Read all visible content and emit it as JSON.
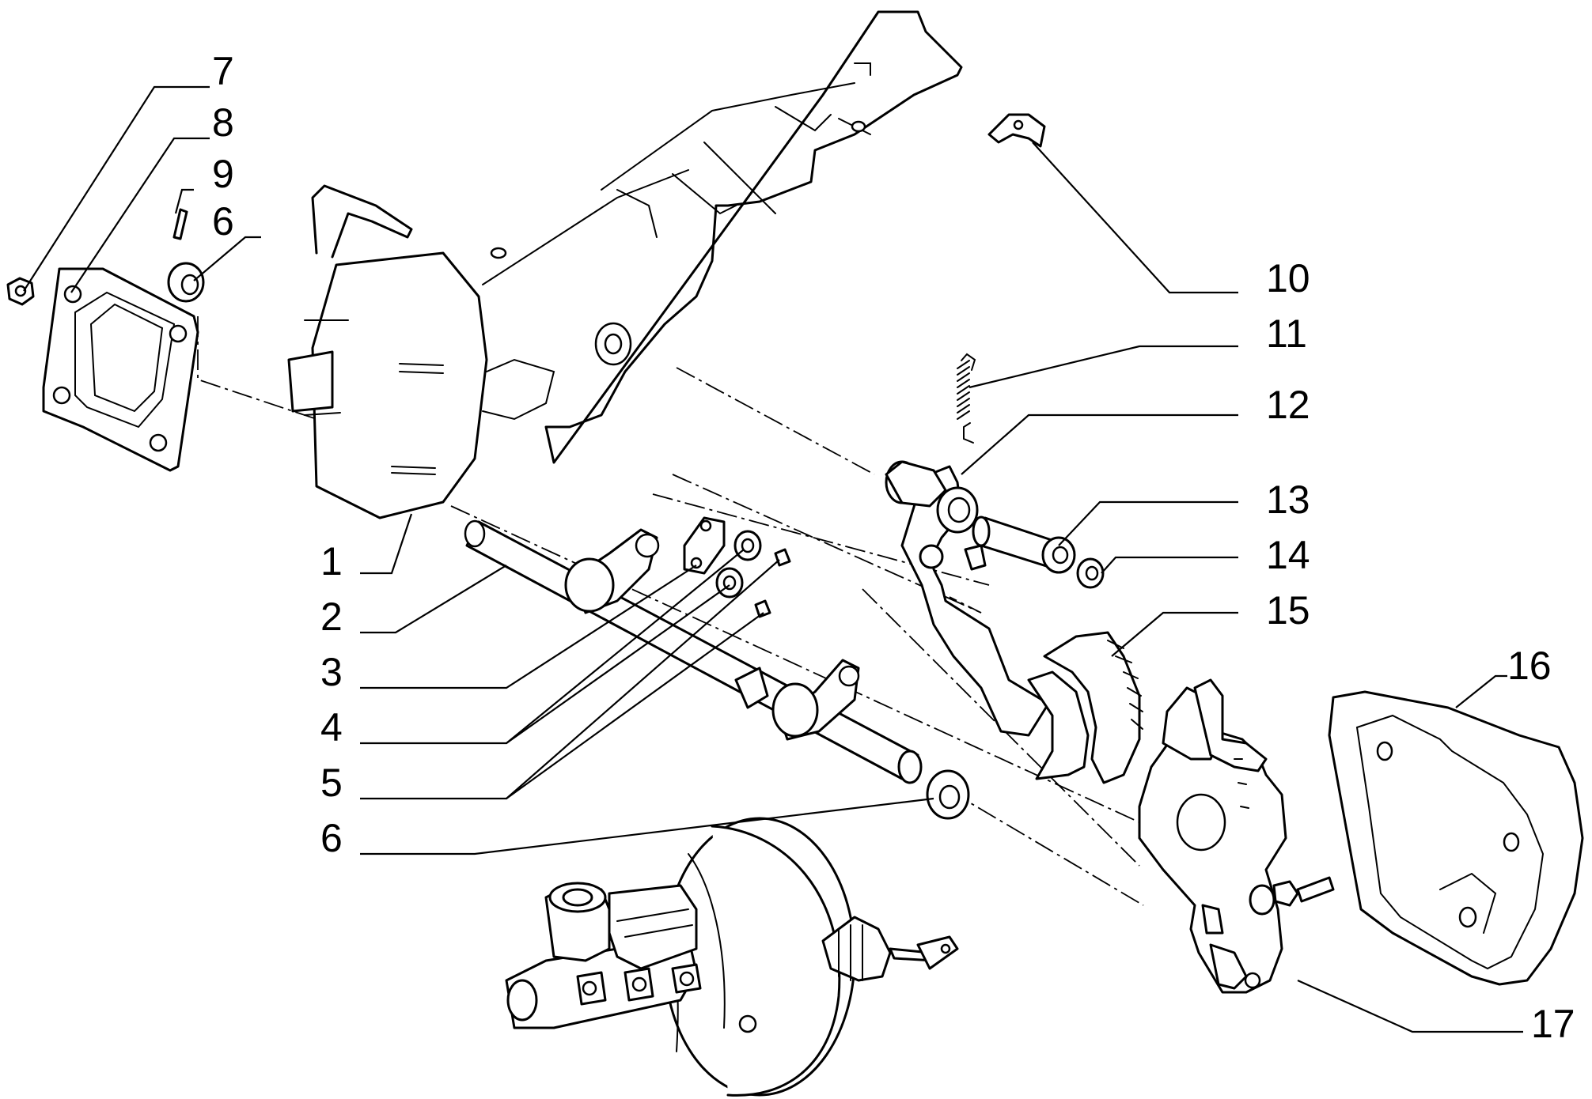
{
  "callouts": {
    "c1": "1",
    "c2": "2",
    "c3": "3",
    "c4": "4",
    "c5": "5",
    "c6a": "6",
    "c6b": "6",
    "c7": "7",
    "c8": "8",
    "c9": "9",
    "c10": "10",
    "c11": "11",
    "c12": "12",
    "c13": "13",
    "c14": "14",
    "c15": "15",
    "c16": "16",
    "c17": "17"
  },
  "colors": {
    "line": "#000000",
    "background": "#ffffff"
  }
}
